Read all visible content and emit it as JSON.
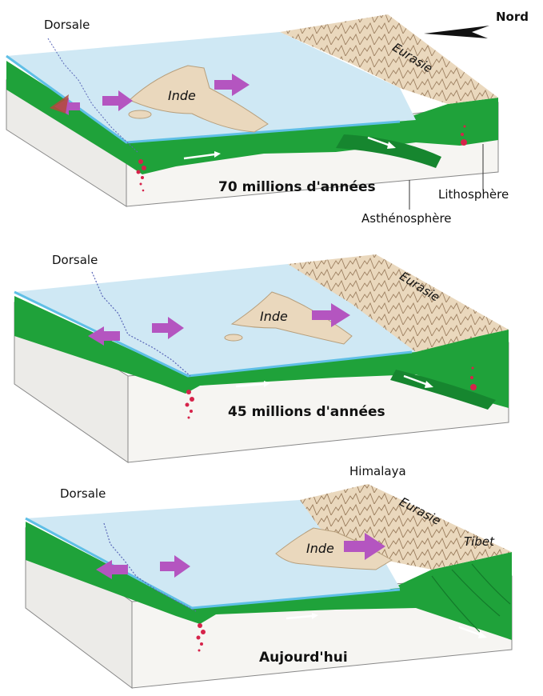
{
  "compass": {
    "north": "Nord"
  },
  "panels": [
    {
      "caption": "70 millions d'années",
      "labels": {
        "ridge": "Dorsale",
        "india": "Inde",
        "eurasia": "Eurasie",
        "lithosphere": "Lithosphère",
        "asthenosphere": "Asthénosphère"
      }
    },
    {
      "caption": "45 millions d'années",
      "labels": {
        "ridge": "Dorsale",
        "india": "Inde",
        "eurasia": "Eurasie"
      }
    },
    {
      "caption": "Aujourd'hui",
      "labels": {
        "ridge": "Dorsale",
        "india": "Inde",
        "eurasia": "Eurasie",
        "himalaya": "Himalaya",
        "tibet": "Tibet"
      }
    }
  ],
  "colors": {
    "ocean": "#cfe8f4",
    "ocean_edge": "#5fbfe6",
    "lithosphere": "#1fa23a",
    "lithosphere_dark": "#137a2a",
    "asthenosphere": "#eeeeee",
    "continent": "#ead8bd",
    "plate_arrow": "#b455c0",
    "magma": "#d6234a"
  }
}
